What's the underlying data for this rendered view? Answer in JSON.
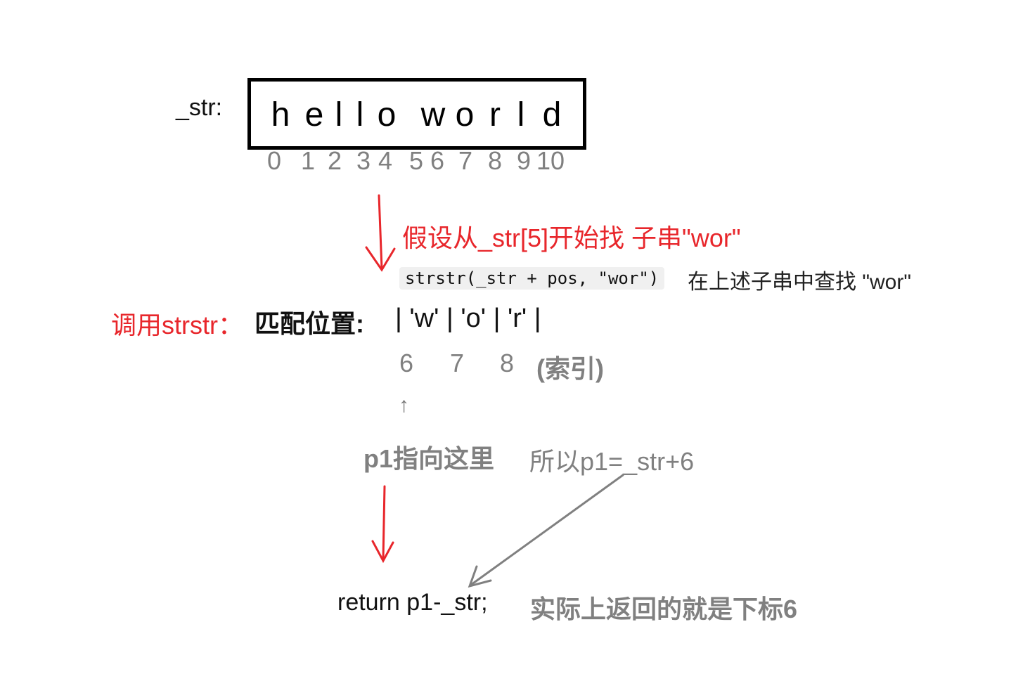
{
  "str_label": "_str:",
  "string_chars": [
    "h",
    "e",
    "l",
    "l",
    "o",
    "w",
    "o",
    "r",
    "l",
    "d"
  ],
  "indices": [
    "0",
    "1",
    "2",
    "3",
    "4",
    "5",
    "6",
    "7",
    "8",
    "9",
    "10"
  ],
  "assume_text": "假设从_str[5]开始找 子串\"wor\"",
  "code_snippet": "strstr(_str + pos, \"wor\")",
  "code_note": "在上述子串中查找 \"wor\"",
  "call_label": "调用strstr：",
  "match_label": "匹配位置:",
  "match_cells": "| 'w' | 'o' | 'r' |",
  "match_indices": [
    "6",
    "7",
    "8"
  ],
  "index_note": "(索引)",
  "up_arrow": "↑",
  "p1_note": "p1指向这里",
  "p1_equation": "所以p1=_str+6",
  "return_code": "return p1-_str;",
  "return_note": "实际上返回的就是下标6",
  "colors": {
    "red": "#e8262b",
    "gray": "#808080",
    "code_bg": "#f0f0f0"
  }
}
